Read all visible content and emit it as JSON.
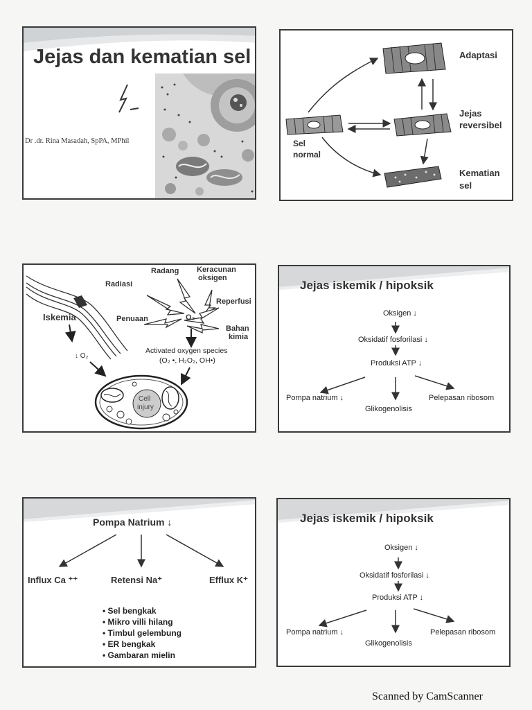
{
  "slide1": {
    "title": "Jejas dan kematian sel",
    "author": "Dr .dr. Rina Masadah, SpPA, MPhil"
  },
  "slide2": {
    "labels": {
      "adaptasi": "Adaptasi",
      "jejas_line1": "Jejas",
      "jejas_line2": "reversibel",
      "normal_line1": "Sel",
      "normal_line2": "normal",
      "death_line1": "Kematian",
      "death_line2": "sel"
    }
  },
  "slide3": {
    "labels": {
      "radang": "Radang",
      "keracunan_line1": "Keracunan",
      "keracunan_line2": "oksigen",
      "radiasi": "Radiasi",
      "reperfusi": "Reperfusi",
      "iskemia": "Iskemia",
      "penuaan": "Penuaan",
      "o2_center": "O₂",
      "bahan_line1": "Bahan",
      "bahan_line2": "kimia",
      "o2_small": "↓ O₂",
      "aos_line1": "Activated oxygen species",
      "aos_line2": "(O₂ •, H₂O₂, OH•)",
      "cell_line1": "Cell",
      "cell_line2": "injury"
    }
  },
  "slide4": {
    "title": "Jejas iskemik / hipoksik",
    "oksigen": "Oksigen ↓",
    "oksidatif": "Oksidatif fosforilasi ↓",
    "produksi": "Produksi ATP ↓",
    "pompa": "Pompa natrium ↓",
    "glikogenolisis": "Glikogenolisis",
    "pelepasan": "Pelepasan ribosom"
  },
  "slide5": {
    "title": "Pompa Natrium ↓",
    "influx": "Influx Ca ⁺⁺",
    "retensi": "Retensi Na⁺",
    "efflux": "Efflux K⁺",
    "bullets": [
      "Sel bengkak",
      "Mikro villi hilang",
      "Timbul gelembung",
      "ER bengkak",
      "Gambaran mielin"
    ]
  },
  "slide6": {
    "title": "Jejas iskemik / hipoksik",
    "oksigen": "Oksigen ↓",
    "oksidatif": "Oksidatif fosforilasi ↓",
    "produksi": "Produksi ATP ↓",
    "pompa": "Pompa natrium ↓",
    "glikogenolisis": "Glikogenolisis",
    "pelepasan": "Pelepasan ribosom"
  },
  "footer": "Scanned by CamScanner"
}
